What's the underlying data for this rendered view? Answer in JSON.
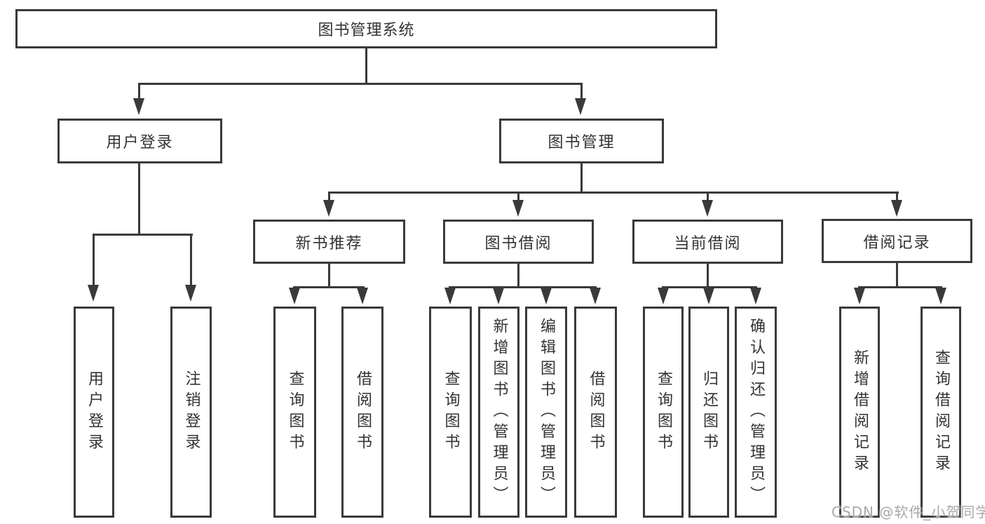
{
  "nodes": {
    "root": "图书管理系统",
    "user_login": "用户登录",
    "book_management": "图书管理",
    "new_book_recommend": "新书推荐",
    "book_borrowing": "图书借阅",
    "current_borrowing": "当前借阅",
    "borrowing_records": "借阅记录",
    "leaf_user_login": "用户登录",
    "leaf_logout": "注销登录",
    "leaf_recommend_query_books": "查询图书",
    "leaf_recommend_borrow_books": "借阅图书",
    "leaf_borrowing_query_books": "查询图书",
    "leaf_borrowing_add_books_admin": "新增图书（管理员）",
    "leaf_borrowing_edit_books_admin": "编辑图书（管理员）",
    "leaf_borrowing_borrow_books": "借阅图书",
    "leaf_current_query_books": "查询图书",
    "leaf_current_return_books": "归还图书",
    "leaf_current_confirm_return_admin": "确认归还（管理员）",
    "leaf_records_add_record": "新增借阅记录",
    "leaf_records_query_record": "查询借阅记录"
  },
  "watermark": "CSDN @软件_小贺同学",
  "colors": {
    "line": "#3a3a3a",
    "text": "#333333",
    "background": "#ffffff",
    "watermark": "#a8a8a8"
  }
}
